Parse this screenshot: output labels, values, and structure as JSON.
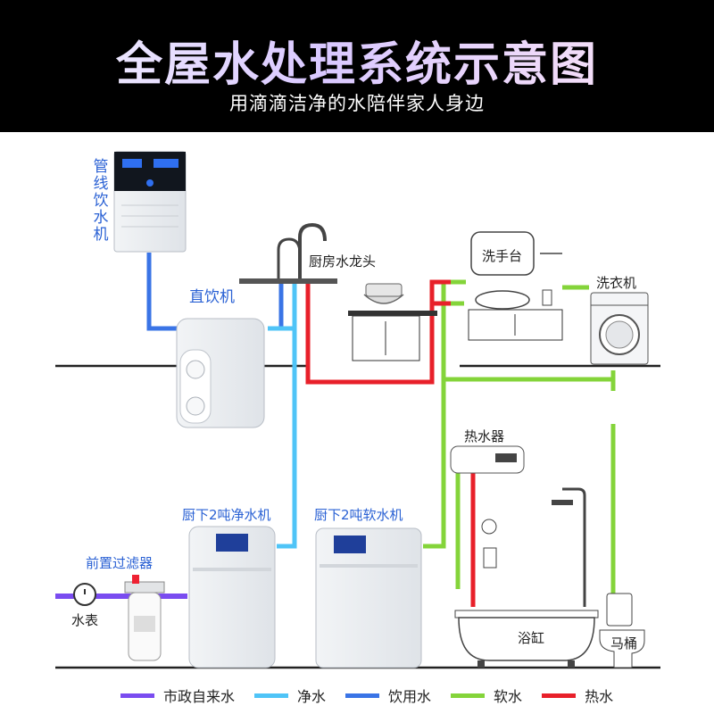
{
  "header": {
    "title": "全屋水处理系统示意图",
    "subtitle": "用滴滴洁净的水陪伴家人身边"
  },
  "labels": {
    "pipeline_dispenser": "管线饮水机",
    "direct_drinker": "直饮机",
    "kitchen_faucet": "厨房水龙头",
    "washbasin": "洗手台",
    "washing_machine": "洗衣机",
    "water_heater": "热水器",
    "under_sink_purifier": "厨下2吨净水机",
    "under_sink_softener": "厨下2吨软水机",
    "pre_filter": "前置过滤器",
    "water_meter": "水表",
    "bathtub": "浴缸",
    "toilet": "马桶"
  },
  "legend": [
    {
      "label": "市政自来水",
      "color": "#7a4cf0"
    },
    {
      "label": "净水",
      "color": "#4fc4f7"
    },
    {
      "label": "饮用水",
      "color": "#3a74e6"
    },
    {
      "label": "软水",
      "color": "#84d43a"
    },
    {
      "label": "热水",
      "color": "#e8202a"
    }
  ],
  "colors": {
    "municipal": "#7a4cf0",
    "purified": "#4fc4f7",
    "drinking": "#3a74e6",
    "soft": "#84d43a",
    "hot": "#e8202a",
    "header_bg": "#000000"
  }
}
